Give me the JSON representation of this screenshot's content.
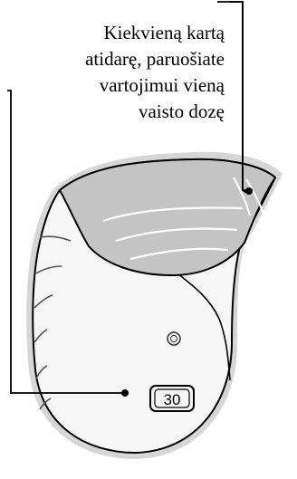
{
  "caption_lines": [
    "Kiekvieną kartą",
    "atidarę, paruošiate",
    "vartojimui vieną",
    "vaisto dozę"
  ],
  "dose_counter": "30",
  "colors": {
    "outline": "#000000",
    "body_fill": "#f6f6f6",
    "cover_fill": "#c4c4c4",
    "halo": "#d6d6d6"
  }
}
